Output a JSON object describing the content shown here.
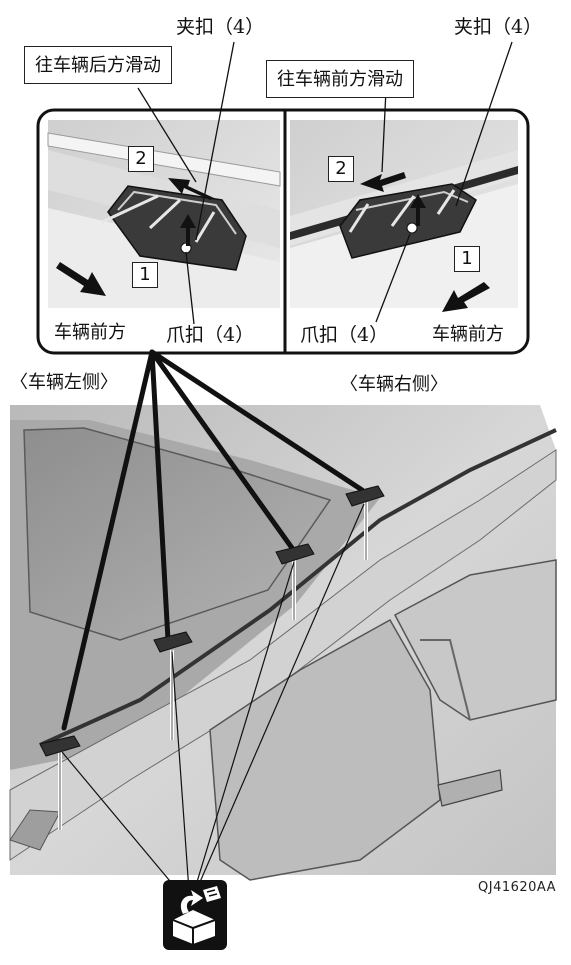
{
  "callouts": {
    "clip_left": "夹扣（4）",
    "clip_right": "夹扣（4）",
    "slide_rear": "往车辆后方滑动",
    "slide_front": "往车辆前方滑动",
    "claw_left": "爪扣（4）",
    "claw_right": "爪扣（4）",
    "vehicle_front_left": "车辆前方",
    "vehicle_front_right": "车辆前方"
  },
  "steps": {
    "left_step2": "2",
    "left_step1": "1",
    "right_step2": "2",
    "right_step1": "1"
  },
  "sides": {
    "left": "〈车辆左侧〉",
    "right": "〈车辆右侧〉"
  },
  "figure_code": "QJ41620AA",
  "icons": {
    "tool": "reuse-part-icon"
  }
}
